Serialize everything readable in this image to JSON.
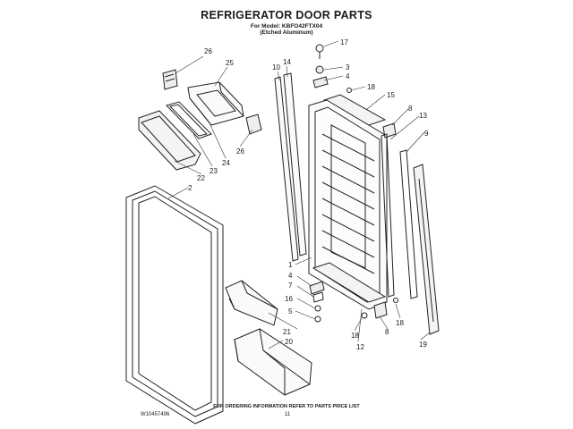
{
  "header": {
    "title": "REFRIGERATOR DOOR PARTS",
    "model_line": "For Model: KBFO42FTX04",
    "variant_line": "(Etched Aluminum)"
  },
  "footer": {
    "ordering_note": "FOR ORDERING INFORMATION REFER TO PARTS PRICE LIST",
    "doc_number": "W10457496",
    "page_number": "11"
  },
  "callouts": [
    "26",
    "25",
    "23",
    "22",
    "24",
    "26",
    "2",
    "10",
    "14",
    "17",
    "3",
    "4",
    "18",
    "15",
    "8",
    "13",
    "9",
    "1",
    "4",
    "7",
    "16",
    "5",
    "21",
    "20",
    "18",
    "8",
    "12",
    "19",
    "18"
  ]
}
